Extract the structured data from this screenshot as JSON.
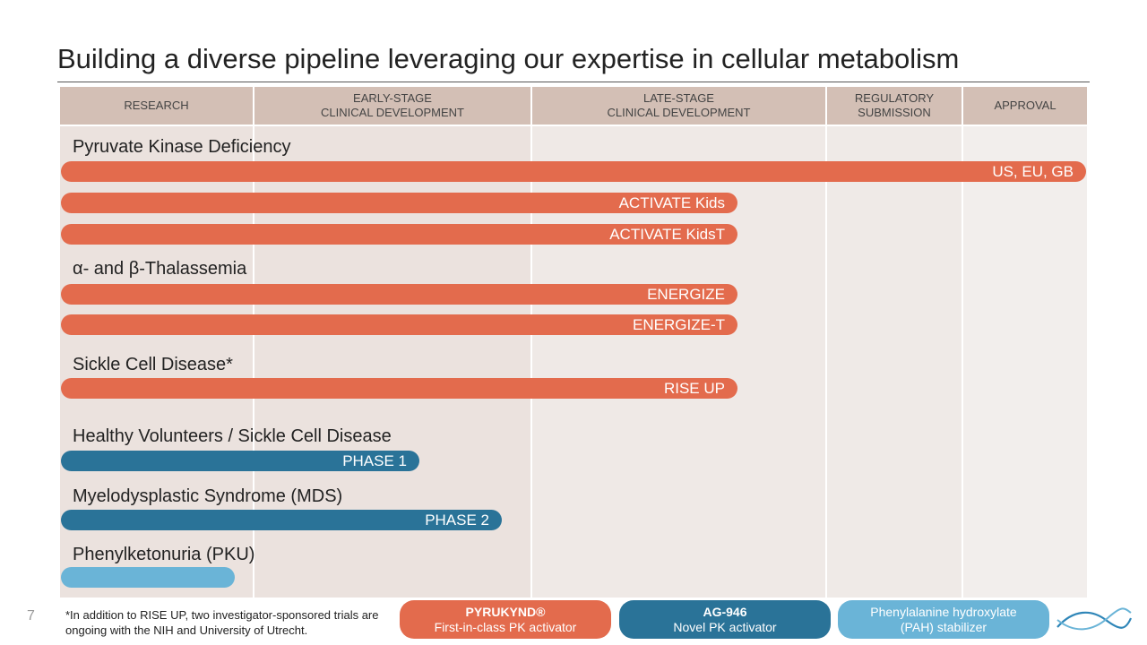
{
  "title": "Building a diverse pipeline leveraging our expertise in cellular metabolism",
  "columns": [
    "RESEARCH",
    "EARLY-STAGE\nCLINICAL DEVELOPMENT",
    "LATE-STAGE\nCLINICAL DEVELOPMENT",
    "REGULATORY\nSUBMISSION",
    "APPROVAL"
  ],
  "indications": {
    "pkd": "Pyruvate Kinase Deficiency",
    "thal": "α- and β-Thalassemia",
    "scd": "Sickle Cell Disease*",
    "hv": "Healthy Volunteers / Sickle Cell Disease",
    "mds": "Myelodysplastic Syndrome (MDS)",
    "pku": "Phenylketonuria (PKU)"
  },
  "programs": {
    "pkd_approved": {
      "label": "US, EU, GB",
      "progress": 1.0
    },
    "activate_kids": {
      "label": "ACTIVATE Kids",
      "progress": 0.66
    },
    "activate_kidst": {
      "label": "ACTIVATE KidsT",
      "progress": 0.66
    },
    "energize": {
      "label": "ENERGIZE",
      "progress": 0.66
    },
    "energize_t": {
      "label": "ENERGIZE-T",
      "progress": 0.66
    },
    "rise_up": {
      "label": "RISE UP",
      "progress": 0.66
    },
    "phase1": {
      "label": "PHASE 1",
      "progress": 0.35
    },
    "phase2": {
      "label": "PHASE 2",
      "progress": 0.43
    },
    "pku": {
      "label": "",
      "progress": 0.17
    }
  },
  "footer": {
    "page_number": "7",
    "footnote": "*In addition to RISE UP, two investigator-sponsored trials are ongoing with the NIH and University of Utrecht."
  },
  "legend": [
    {
      "title": "PYRUKYND®",
      "subtitle": "First-in-class PK activator",
      "color": "#e36b4d"
    },
    {
      "title": "AG-946",
      "subtitle": "Novel PK activator",
      "color": "#2a7398"
    },
    {
      "title": "",
      "subtitle": "Phenylalanine hydroxylate (PAH) stabilizer",
      "color": "#6ab4d7"
    }
  ],
  "colors": {
    "orange": "#e36b4d",
    "blue": "#2a7398",
    "light_blue": "#6ab4d7",
    "header_bg": "#d3bfb5"
  },
  "logo_icon": "company-logo-wave-icon"
}
